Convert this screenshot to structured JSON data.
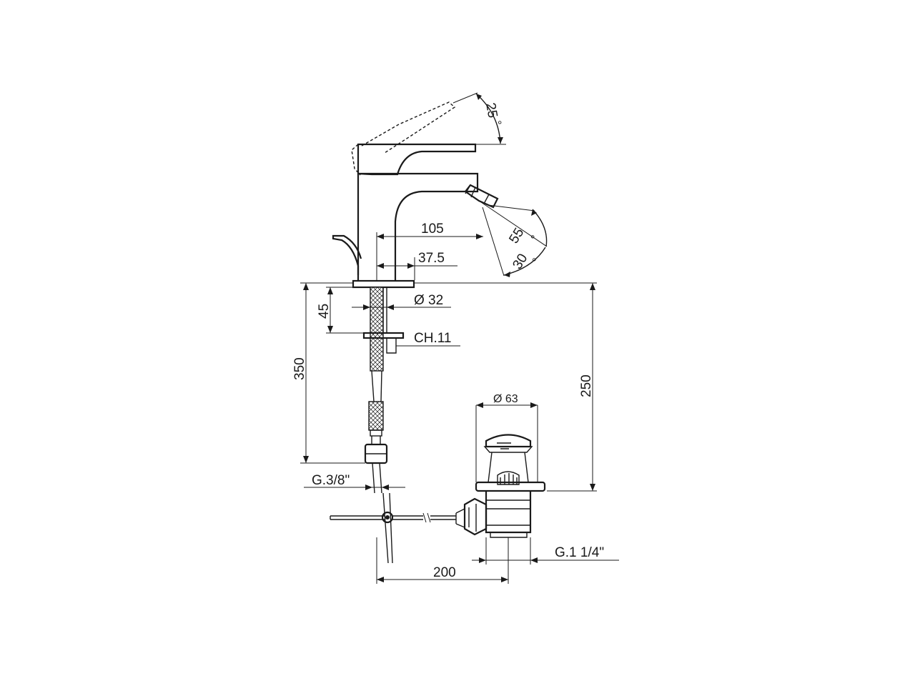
{
  "dimensions": {
    "lever_angle": "25",
    "lever_angle_unit": "°",
    "spray_angle_a": "55",
    "spray_angle_b": "30",
    "spray_angle_unit": "°",
    "spout_reach": "105",
    "spout_offset": "37.5",
    "shank_diameter": "Ø 32",
    "shank_length": "45",
    "nut_size": "CH.11",
    "hose_length": "350",
    "overall_height": "250",
    "waste_diameter": "Ø 63",
    "inlet_thread": "G.3/8\"",
    "waste_thread": "G.1 1/4\"",
    "rod_distance": "200"
  }
}
